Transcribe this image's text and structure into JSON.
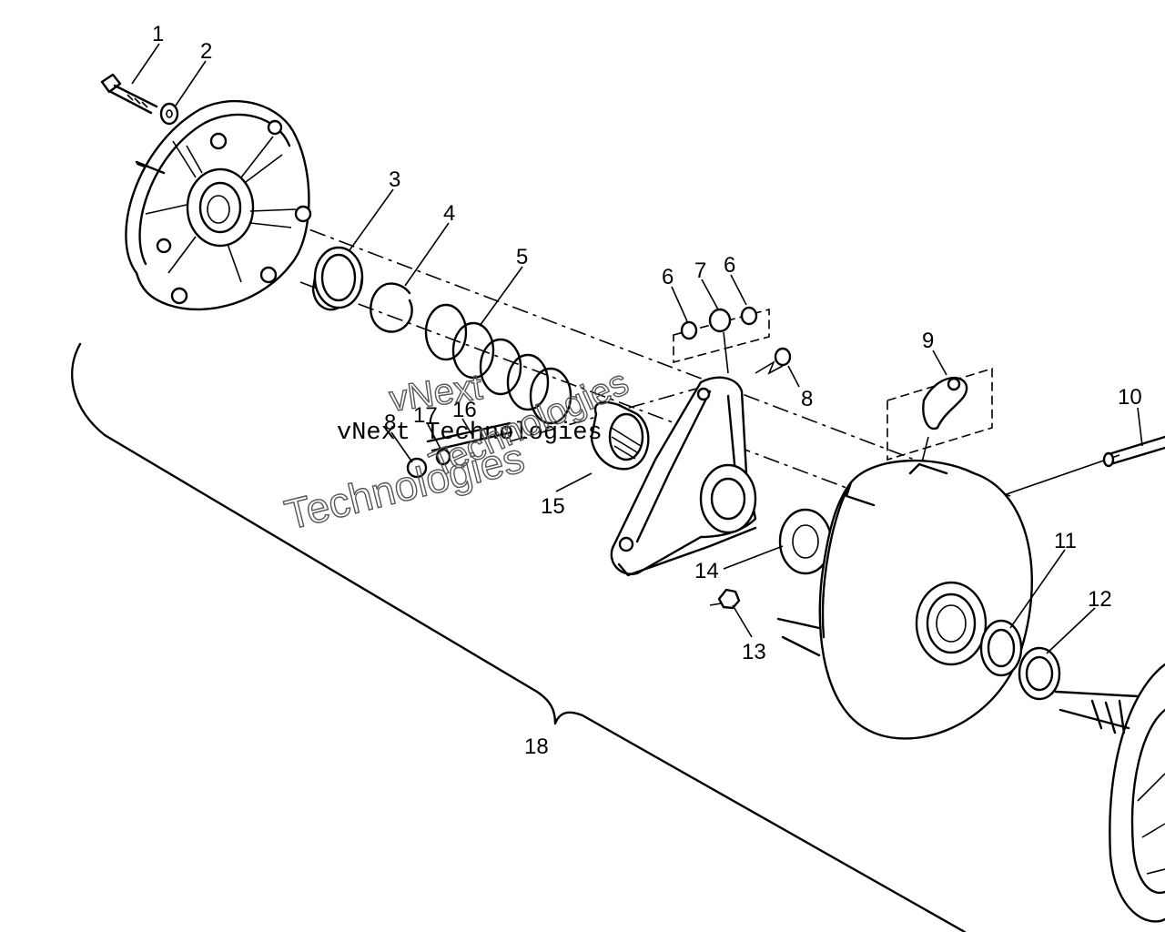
{
  "diagram": {
    "callouts": [
      {
        "id": "c1",
        "label": "1"
      },
      {
        "id": "c2",
        "label": "2"
      },
      {
        "id": "c3",
        "label": "3"
      },
      {
        "id": "c4",
        "label": "4"
      },
      {
        "id": "c5",
        "label": "5"
      },
      {
        "id": "c6a",
        "label": "6"
      },
      {
        "id": "c7",
        "label": "7"
      },
      {
        "id": "c6b",
        "label": "6"
      },
      {
        "id": "c8a",
        "label": "8"
      },
      {
        "id": "c9",
        "label": "9"
      },
      {
        "id": "c10",
        "label": "10"
      },
      {
        "id": "c11",
        "label": "11"
      },
      {
        "id": "c12",
        "label": "12"
      },
      {
        "id": "c13",
        "label": "13"
      },
      {
        "id": "c14",
        "label": "14"
      },
      {
        "id": "c15",
        "label": "15"
      },
      {
        "id": "c16",
        "label": "16"
      },
      {
        "id": "c17",
        "label": "17"
      },
      {
        "id": "c8b",
        "label": "8"
      },
      {
        "id": "c18",
        "label": "18"
      }
    ],
    "watermark": {
      "line1": "vNext Technologies",
      "line2": "vNext",
      "line3": "Technologies",
      "line4": "Technologies"
    }
  }
}
